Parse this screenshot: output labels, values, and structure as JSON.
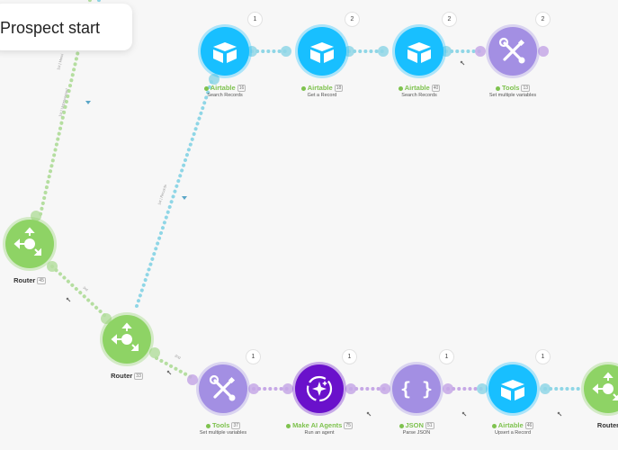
{
  "toast": {
    "text": "Prospect start"
  },
  "colors": {
    "airtable": "#18bfff",
    "tools": "#a38fe3",
    "router": "#8ed365",
    "agents": "#6a11cb",
    "json": "#a38fe3",
    "link_blue": "#8fd6e6",
    "link_green": "#b5dea0",
    "link_purple": "#c6a8e6"
  },
  "nodes": [
    {
      "key": "airtable-search-1",
      "type": "airtable",
      "icon": "airtable-icon",
      "name": "Airtable",
      "id": "16",
      "sub": "Search Records",
      "badge": "1"
    },
    {
      "key": "airtable-get",
      "type": "airtable",
      "icon": "airtable-icon",
      "name": "Airtable",
      "id": "18",
      "sub": "Get a Record",
      "badge": "2"
    },
    {
      "key": "airtable-search-2",
      "type": "airtable",
      "icon": "airtable-icon",
      "name": "Airtable",
      "id": "40",
      "sub": "Search Records",
      "badge": "2"
    },
    {
      "key": "tools-top",
      "type": "tools",
      "icon": "tools-icon",
      "name": "Tools",
      "id": "13",
      "sub": "Set multiple variables",
      "badge": "2"
    },
    {
      "key": "router-1",
      "type": "router",
      "icon": "router-icon",
      "name": "Router",
      "id": "45",
      "sub": "",
      "badge": ""
    },
    {
      "key": "router-2",
      "type": "router",
      "icon": "router-icon",
      "name": "Router",
      "id": "33",
      "sub": "",
      "badge": ""
    },
    {
      "key": "tools-bottom",
      "type": "tools",
      "icon": "tools-icon",
      "name": "Tools",
      "id": "37",
      "sub": "Set multiple variables",
      "badge": "1"
    },
    {
      "key": "agents",
      "type": "agents",
      "icon": "ai-agents-icon",
      "name": "Make AI Agents",
      "id": "75",
      "sub": "Run an agent",
      "badge": "1"
    },
    {
      "key": "json",
      "type": "json",
      "icon": "json-braces-icon",
      "name": "JSON",
      "id": "51",
      "sub": "Parse JSON",
      "badge": "1"
    },
    {
      "key": "airtable-upsert",
      "type": "airtable",
      "icon": "airtable-icon",
      "name": "Airtable",
      "id": "46",
      "sub": "Upsert a Record",
      "badge": "1"
    },
    {
      "key": "router-3",
      "type": "router",
      "icon": "router-icon",
      "name": "Router",
      "id": "",
      "sub": "",
      "badge": ""
    }
  ]
}
